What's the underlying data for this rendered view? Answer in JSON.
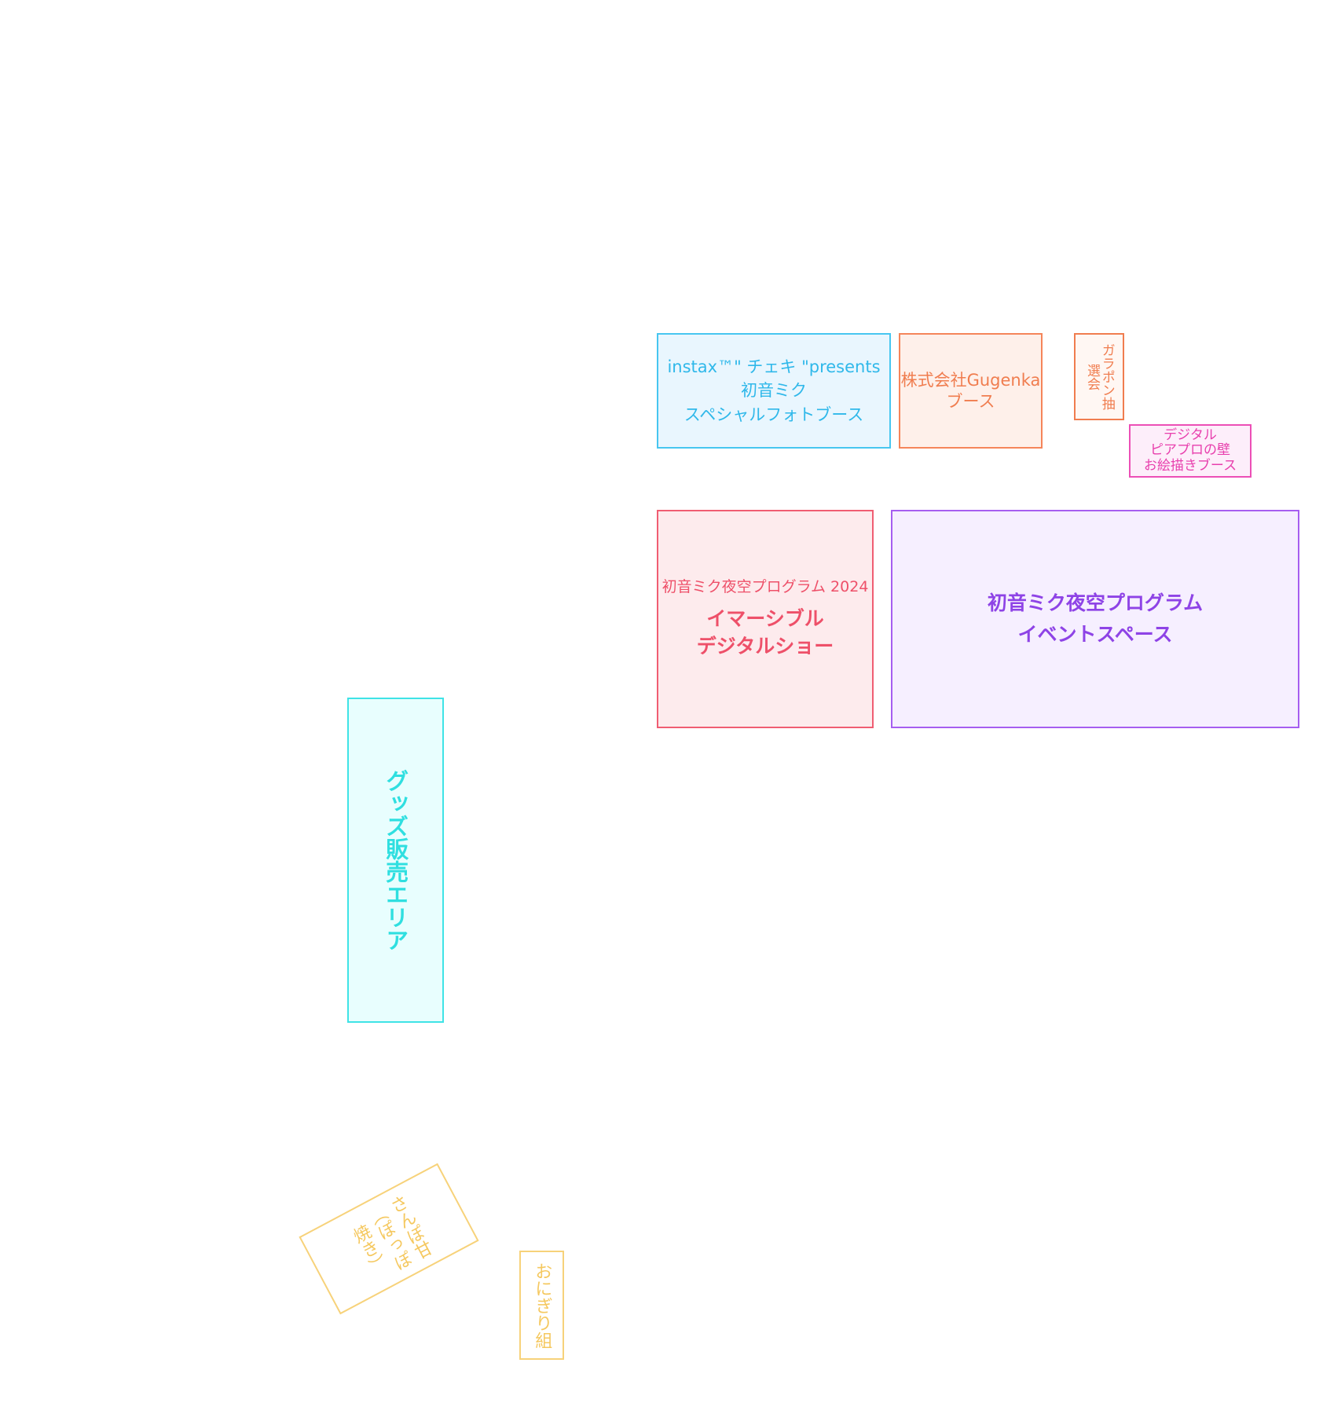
{
  "booths": {
    "instax": {
      "line1": "instax™\" チェキ \"presents",
      "line2": "初音ミク",
      "line3": "スペシャルフォトブース",
      "color": "#2fb8ea"
    },
    "gugenka": {
      "line1": "株式会社Gugenka",
      "line2": "ブース",
      "color": "#f07d4f"
    },
    "gacha": {
      "text": "ガラポン抽選会",
      "color": "#f07d4f"
    },
    "piapro": {
      "line1": "デジタル",
      "line2": "ピアプロの壁",
      "line3": "お絵描きブース",
      "color": "#e83fad"
    },
    "immersive": {
      "subtitle": "初音ミク夜空プログラム 2024",
      "line1": "イマーシブル",
      "line2": "デジタルショー",
      "color": "#ee5069"
    },
    "event": {
      "line1": "初音ミク夜空プログラム",
      "line2": "イベントスペース",
      "color": "#8e43e6"
    },
    "goods": {
      "text": "グッズ販売エリア",
      "color": "#2fdfe0"
    },
    "sanpo": {
      "text": "さんぽ甘（ぽっぽ焼き）",
      "color": "#f5c85f"
    },
    "onigiri": {
      "text": "おにぎり組",
      "color": "#f5c85f"
    }
  }
}
